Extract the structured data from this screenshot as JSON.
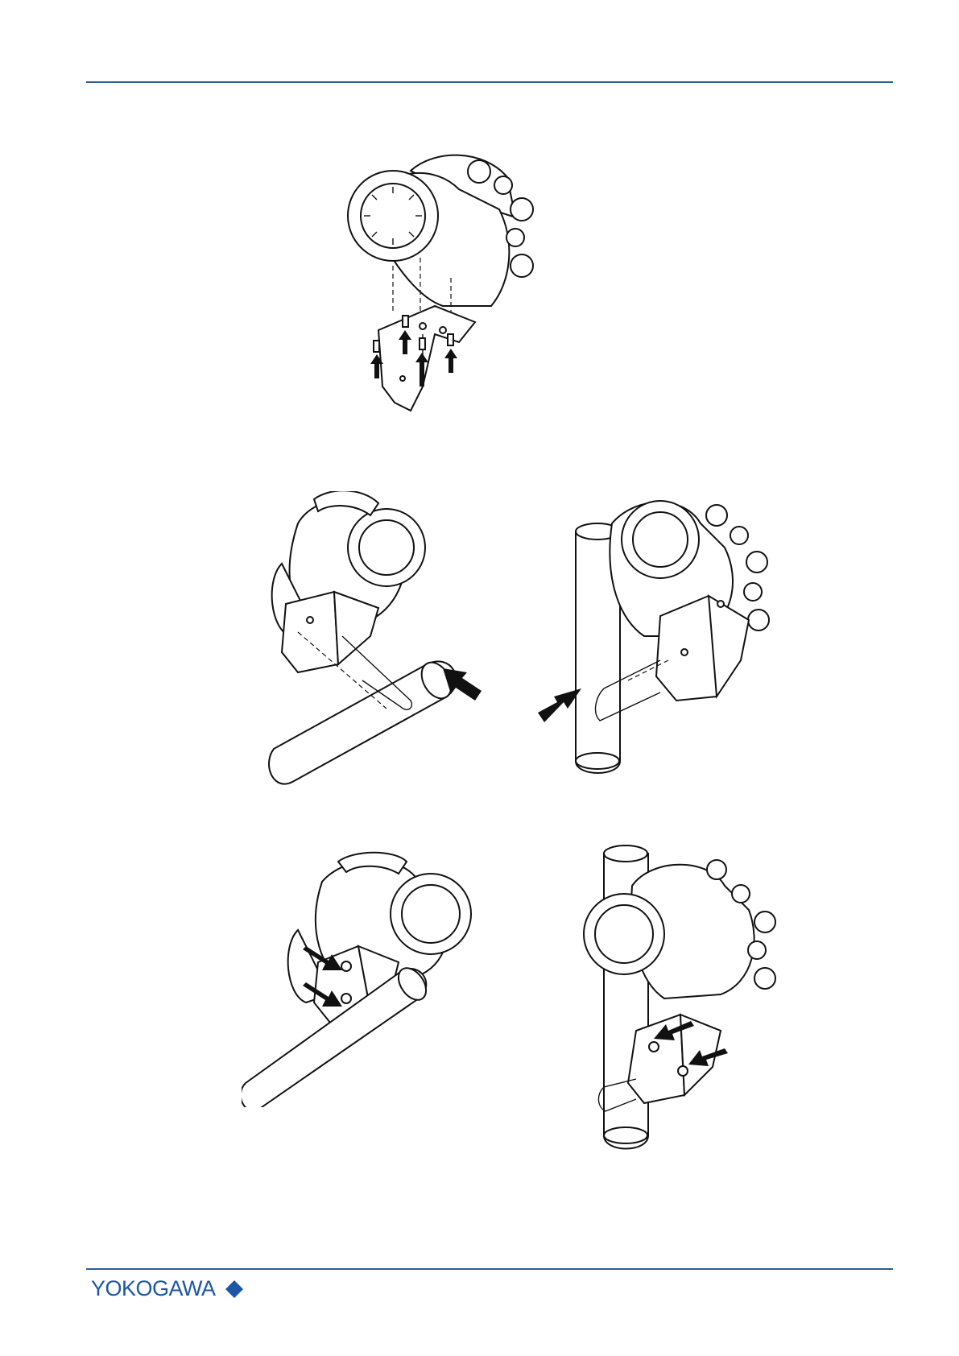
{
  "brand": {
    "logo_text": "YOKOGAWA",
    "logo_color": "#1b57a6"
  },
  "rule_color": "#2f5d8e",
  "figures": [
    {
      "name": "step-1-mount-bracket-to-converter"
    },
    {
      "name": "step-2-horizontal-pipe-u-bolt"
    },
    {
      "name": "step-2-vertical-pipe-u-bolt"
    },
    {
      "name": "step-3-horizontal-pipe-tighten-nuts"
    },
    {
      "name": "step-3-vertical-pipe-tighten-nuts"
    }
  ]
}
